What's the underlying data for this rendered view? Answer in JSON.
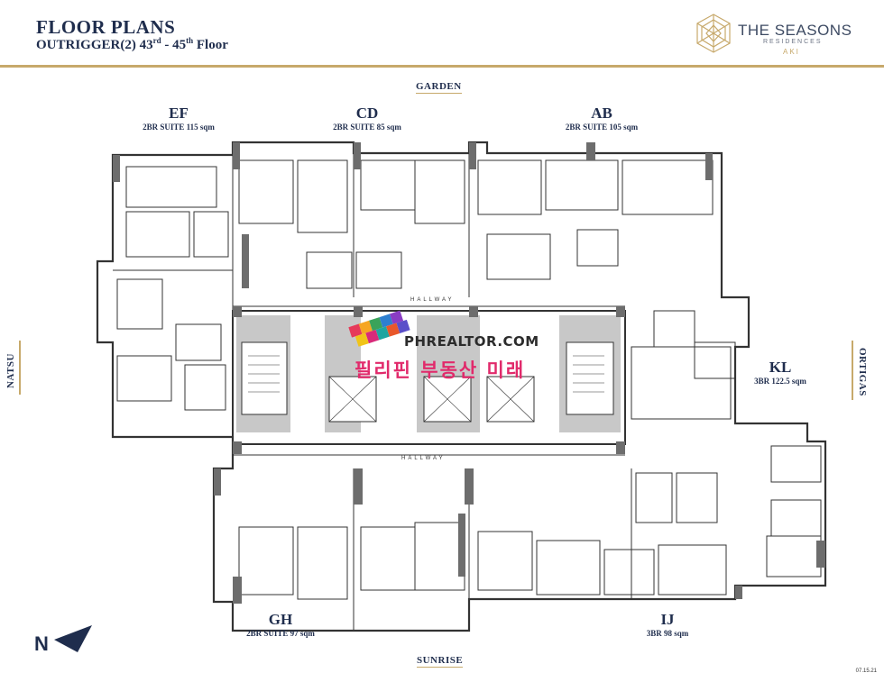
{
  "header": {
    "title": "FLOOR PLANS",
    "subtitle_pre": "OUTRIGGER(2) 43",
    "sup1": "rd",
    "subtitle_mid": " - 45",
    "sup2": "th",
    "subtitle_post": " Floor"
  },
  "logo": {
    "name": "THE SEASONS",
    "residences": "RESIDENCES",
    "aki": "AKI"
  },
  "directions": {
    "top": "GARDEN",
    "bottom": "SUNRISE",
    "left": "NATSU",
    "right": "ORTIGAS"
  },
  "units": [
    {
      "code": "EF",
      "desc": "2BR SUITE 115 sqm"
    },
    {
      "code": "CD",
      "desc": "2BR SUITE 85 sqm"
    },
    {
      "code": "AB",
      "desc": "2BR SUITE 105 sqm"
    },
    {
      "code": "KL",
      "desc": "3BR 122.5 sqm"
    },
    {
      "code": "GH",
      "desc": "2BR SUITE 97 sqm"
    },
    {
      "code": "IJ",
      "desc": "3BR 98 sqm"
    }
  ],
  "corridor": {
    "hallway_top": "HALLWAY",
    "hallway_bottom": "HALLWAY"
  },
  "watermark": {
    "site": "PHREALTOR.COM",
    "korean": "필리핀 부동산 미래"
  },
  "north_label": "N",
  "doc_code": "07.15.21",
  "colors": {
    "navy": "#1f2d4d",
    "gold": "#c7a96b",
    "wall": "#555555",
    "core": "#8a8a8a"
  },
  "icons": [
    "logo-lotus-icon",
    "north-arrow-icon"
  ]
}
